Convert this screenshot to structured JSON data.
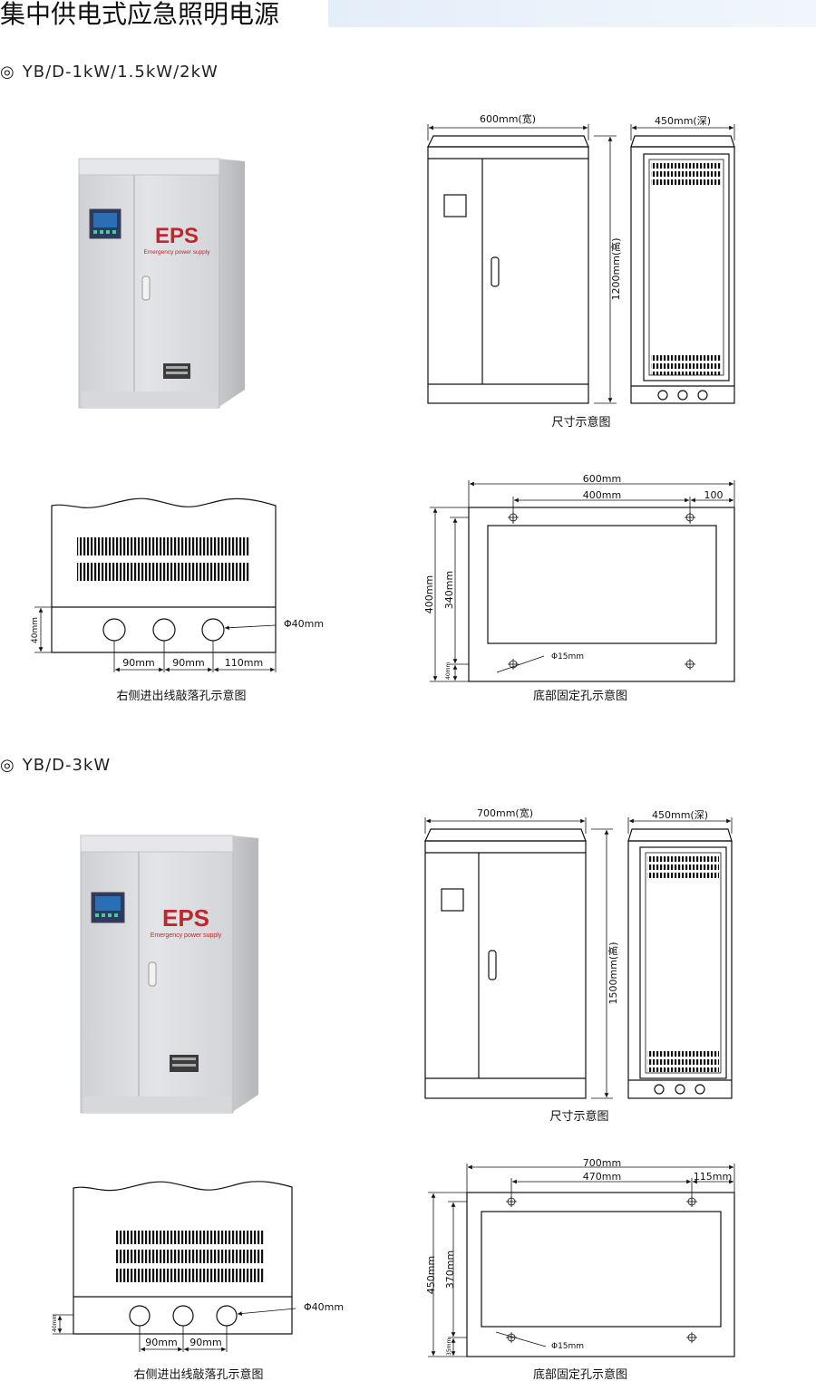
{
  "page_title": "集中供电式应急照明电源",
  "sections": [
    {
      "model": "YB/D-1kW/1.5kW/2kW",
      "photo": {
        "brand": "EPS",
        "tagline": "Emergency power supply"
      },
      "front_width": "600mm(宽)",
      "side_depth": "450mm(深)",
      "height": "1200mm(高)",
      "dimension_caption": "尺寸示意图",
      "knockout": {
        "hole_dia": "Φ40mm",
        "base_h": "40mm",
        "spacing": [
          "90mm",
          "90mm",
          "110mm"
        ],
        "caption": "右侧进出线敲落孔示意图"
      },
      "base_plate": {
        "overall_w": "600mm",
        "hole_span": "400mm",
        "edge": "100",
        "overall_d": "400mm",
        "hole_depth": "340mm",
        "edge_small": "40mm",
        "hole_dia": "Φ15mm",
        "caption": "底部固定孔示意图"
      }
    },
    {
      "model": "YB/D-3kW",
      "photo": {
        "brand": "EPS",
        "tagline": "Emergency power supply"
      },
      "front_width": "700mm(宽)",
      "side_depth": "450mm(深)",
      "height": "1500mm(高)",
      "dimension_caption": "尺寸示意图",
      "knockout": {
        "hole_dia": "Φ40mm",
        "base_h": "40mm",
        "spacing": [
          "90mm",
          "90mm"
        ],
        "caption": "右侧进出线敲落孔示意图"
      },
      "base_plate": {
        "overall_w": "700mm",
        "hole_span": "470mm",
        "edge": "115mm",
        "overall_d": "450mm",
        "hole_depth": "370mm",
        "edge_small": "35mm",
        "hole_dia": "Φ15mm",
        "caption": "底部固定孔示意图"
      }
    }
  ],
  "colors": {
    "title_band": "#e4eef9",
    "cabinet": "#dcdde0",
    "brand_red": "#c0262c"
  }
}
